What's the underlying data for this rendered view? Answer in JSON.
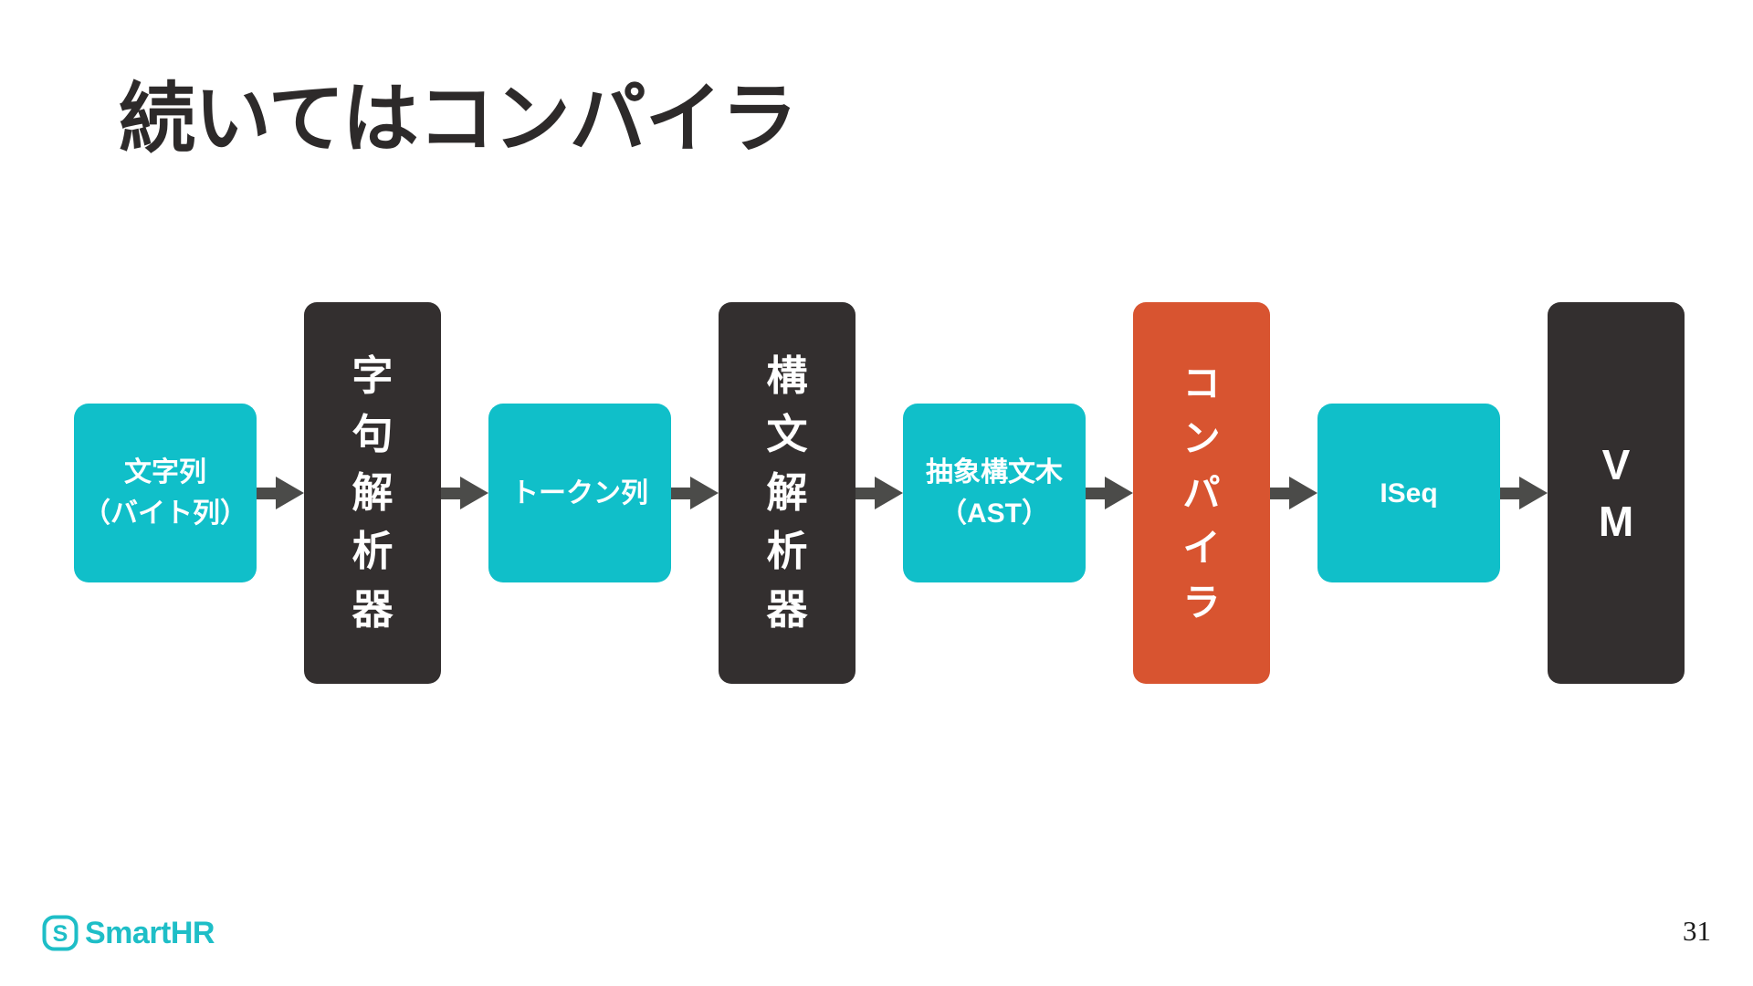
{
  "slide": {
    "title": "続いてはコンパイラ",
    "page_number": "31",
    "footer": {
      "brand": "SmartHR",
      "logo_icon": "smarthr-s-icon"
    }
  },
  "colors": {
    "teal": "#10BFC9",
    "dark": "#332F2F",
    "accent": "#D85430",
    "arrow": "#4B4B49",
    "logo": "#1EBEC7",
    "text_dark": "#2D2A2A",
    "box_text": "#FFFFFF",
    "background": "#FFFFFF"
  },
  "pipeline": {
    "arrow_icon": "right-arrow-icon",
    "nodes": [
      {
        "id": "string-input",
        "kind": "data",
        "lines": [
          "文字列",
          "（バイト列）"
        ]
      },
      {
        "id": "lexer",
        "kind": "processor",
        "chars": [
          "字",
          "句",
          "解",
          "析",
          "器"
        ]
      },
      {
        "id": "token-stream",
        "kind": "data",
        "lines": [
          "トークン列"
        ]
      },
      {
        "id": "parser",
        "kind": "processor",
        "chars": [
          "構",
          "文",
          "解",
          "析",
          "器"
        ]
      },
      {
        "id": "ast",
        "kind": "data",
        "lines": [
          "抽象構文木",
          "（AST）"
        ]
      },
      {
        "id": "compiler",
        "kind": "processor-highlighted",
        "chars": [
          "コ",
          "ン",
          "パ",
          "イ",
          "ラ"
        ]
      },
      {
        "id": "iseq",
        "kind": "data",
        "lines": [
          "ISeq"
        ]
      },
      {
        "id": "vm",
        "kind": "processor",
        "chars": [
          "V",
          "M"
        ]
      }
    ]
  }
}
